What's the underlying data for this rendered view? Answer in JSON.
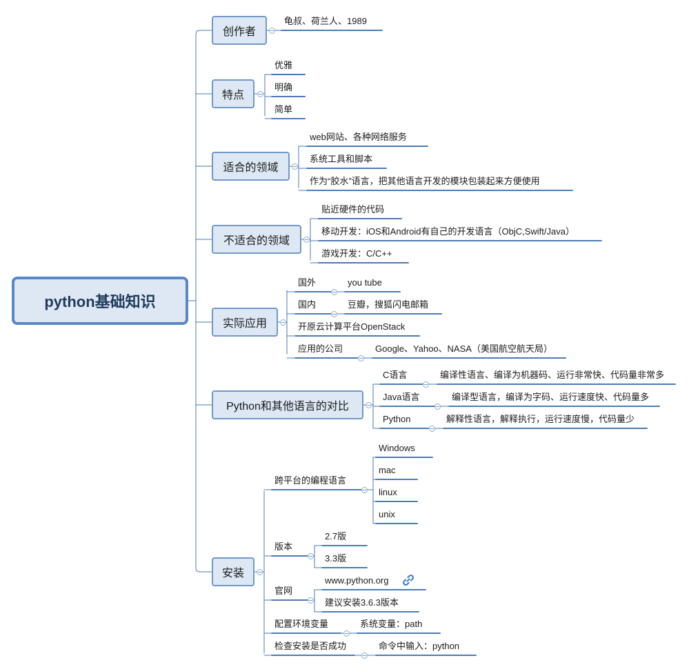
{
  "root": {
    "label": "python基础知识"
  },
  "branches": [
    {
      "label": "创作者",
      "children": [
        "龟叔、荷兰人、1989"
      ]
    },
    {
      "label": "特点",
      "children": [
        "优雅",
        "明确",
        "简单"
      ]
    },
    {
      "label": "适合的领域",
      "children": [
        "web网站、各种网络服务",
        "系统工具和脚本",
        "作为“胶水”语言，把其他语言开发的模块包装起来方便使用"
      ]
    },
    {
      "label": "不适合的领域",
      "children": [
        "贴近硬件的代码",
        "移动开发：iOS和Android有自己的开发语言（ObjC,Swift/Java）",
        "游戏开发：C/C++"
      ]
    },
    {
      "label": "实际应用",
      "children": [
        {
          "label": "国外",
          "children": [
            "you tube"
          ]
        },
        {
          "label": "国内",
          "children": [
            "豆瓣，搜狐闪电邮箱"
          ]
        },
        {
          "label": "开原云计算平台OpenStack"
        },
        {
          "label": "应用的公司",
          "children": [
            "Google、Yahoo、NASA（美国航空航天局）"
          ]
        }
      ]
    },
    {
      "label": "Python和其他语言的对比",
      "children": [
        {
          "label": "C语言",
          "children": [
            "编译性语言、编译为机器码、运行非常快、代码量非常多"
          ]
        },
        {
          "label": "Java语言",
          "children": [
            "编译型语言，编译为字码、运行速度快、代码量多"
          ]
        },
        {
          "label": "Python",
          "children": [
            "解释性语言，解释执行，运行速度慢，代码量少"
          ]
        }
      ]
    },
    {
      "label": "安装",
      "children": [
        {
          "label": "跨平台的编程语言",
          "children": [
            "Windows",
            "mac",
            "linux",
            "unix"
          ]
        },
        {
          "label": "版本",
          "children": [
            "2.7版",
            "3.3版"
          ]
        },
        {
          "label": "官网",
          "children": [
            "www.python.org",
            "建议安装3.6.3版本"
          ]
        },
        {
          "label": "配置环境变量",
          "children": [
            "系统变量：path"
          ]
        },
        {
          "label": "检查安装是否成功",
          "children": [
            "命令中输入：python"
          ]
        }
      ]
    }
  ],
  "colors": {
    "line": "#4a7ab5",
    "node_fill": "#dde8f4",
    "node_border": "#6f98c9",
    "root_border": "#5a87c5"
  },
  "icons": {
    "hyperlink": "link-icon",
    "collapse": "collapse-toggle-icon"
  }
}
